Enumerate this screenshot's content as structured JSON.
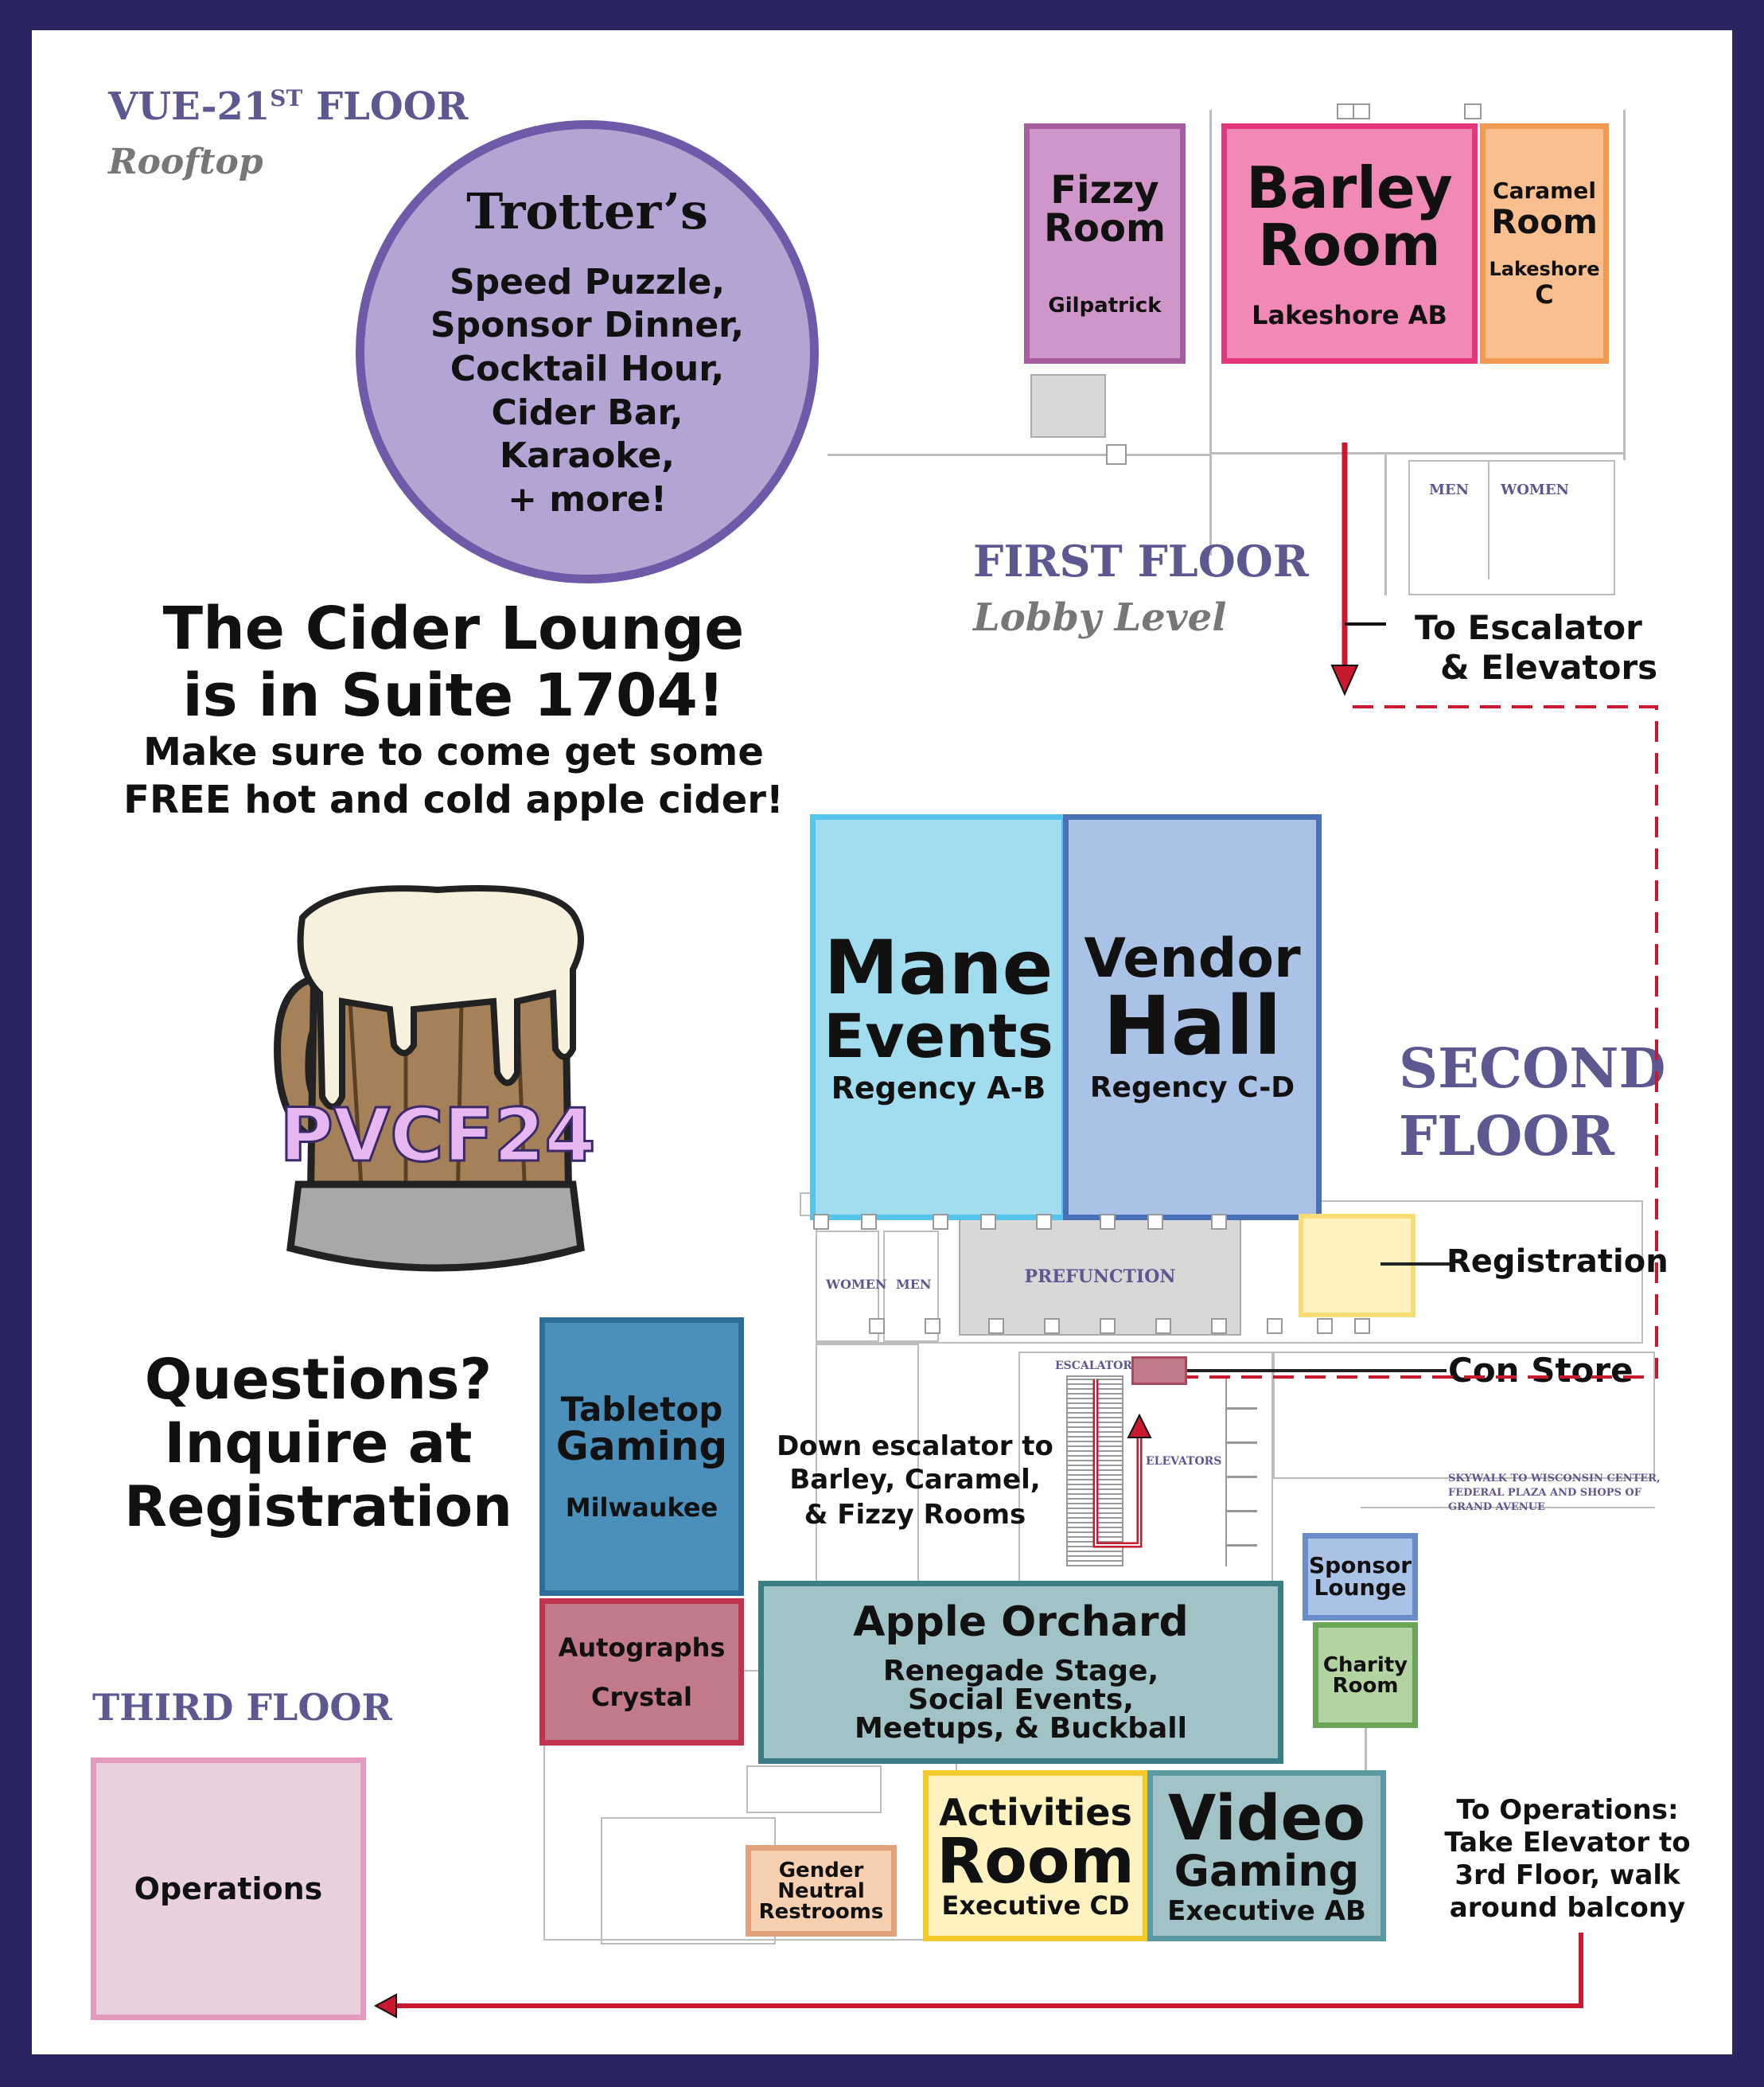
{
  "floors": {
    "vue": {
      "label_prefix": "VUE-21",
      "label_sup": "ST",
      "label_suffix": " FLOOR",
      "sub": "Rooftop"
    },
    "first": {
      "label": "FIRST FLOOR",
      "sub": "Lobby Level"
    },
    "second": {
      "label_line1": "SECOND",
      "label_line2": "FLOOR"
    },
    "third": {
      "label": "THIRD FLOOR"
    }
  },
  "trotters": {
    "title": "Trotter’s",
    "lines": [
      "Speed Puzzle,",
      "Sponsor Dinner,",
      "Cocktail Hour,",
      "Cider Bar,",
      "Karaoke,",
      "+ more!"
    ]
  },
  "cider_lounge": {
    "line1": "The Cider Lounge",
    "line2": "is in Suite 1704!",
    "line3": "Make sure to come get some",
    "line4": "FREE hot and cold apple cider!"
  },
  "mug_text": "PVCF24",
  "questions": {
    "line1": "Questions?",
    "line2": "Inquire at",
    "line3": "Registration"
  },
  "rooms": {
    "fizzy": {
      "name1": "Fizzy",
      "name2": "Room",
      "sub": "Gilpatrick"
    },
    "barley": {
      "name1": "Barley",
      "name2": "Room",
      "sub": "Lakeshore AB"
    },
    "caramel": {
      "name1": "Caramel",
      "name2": "Room",
      "sub1": "Lakeshore",
      "sub2": "C"
    },
    "mane": {
      "name1": "Mane",
      "name2": "Events",
      "sub": "Regency A-B"
    },
    "vendor": {
      "name1": "Vendor",
      "name2": "Hall",
      "sub": "Regency C-D"
    },
    "tabletop": {
      "name1": "Tabletop",
      "name2": "Gaming",
      "sub": "Milwaukee"
    },
    "autographs": {
      "name": "Autographs",
      "sub": "Crystal"
    },
    "apple": {
      "name": "Apple Orchard",
      "sub1": "Renegade Stage,",
      "sub2": "Social Events,",
      "sub3": "Meetups, & Buckball"
    },
    "sponsor": {
      "name1": "Sponsor",
      "name2": "Lounge"
    },
    "charity": {
      "name1": "Charity",
      "name2": "Room"
    },
    "activities": {
      "name1": "Activities",
      "name2": "Room",
      "sub": "Executive CD"
    },
    "video": {
      "name1": "Video",
      "name2": "Gaming",
      "sub": "Executive AB"
    },
    "gender": {
      "name1": "Gender",
      "name2": "Neutral",
      "name3": "Restrooms"
    },
    "operations": {
      "name": "Operations"
    }
  },
  "labels": {
    "men_first": "MEN",
    "women_first": "WOMEN",
    "to_escalator1": "To Escalator",
    "to_escalator2": "& Elevators",
    "registration": "Registration",
    "con_store": "Con Store",
    "women_second": "WOMEN",
    "men_second": "MEN",
    "prefunction": "PREFUNCTION",
    "escalator": "ESCALATOR",
    "elevators": "ELEVATORS",
    "down_escalator1": "Down escalator to",
    "down_escalator2": "Barley, Caramel,",
    "down_escalator3": "& Fizzy Rooms",
    "skywalk1": "SKYWALK TO WISCONSIN CENTER,",
    "skywalk2": "FEDERAL PLAZA AND SHOPS OF",
    "skywalk3": "GRAND AVENUE",
    "to_ops1": "To Operations:",
    "to_ops2": "Take Elevator to",
    "to_ops3": "3rd Floor, walk",
    "to_ops4": "around balcony"
  },
  "colors": {
    "frame": "#2a2560",
    "trotters_fill": "#b3a4d3",
    "trotters_border": "#6e5aa8",
    "fizzy": "#cf97c9",
    "barley": "#f088b8",
    "caramel": "#f9bf8e",
    "mane": "#a2dcef",
    "vendor": "#a9c2e6",
    "tabletop": "#4a90bb",
    "autographs": "#c27a88",
    "apple": "#a1c3c8",
    "sponsor": "#a9c2e6",
    "charity": "#b3d3a2",
    "activities": "#fdf2c0",
    "video": "#a1c3c8",
    "gender": "#f6d0b0",
    "operations": "#e8d0df",
    "registration": "#fdf2c0",
    "con_store": "#c27a88",
    "arrow_red": "#c8192e"
  }
}
